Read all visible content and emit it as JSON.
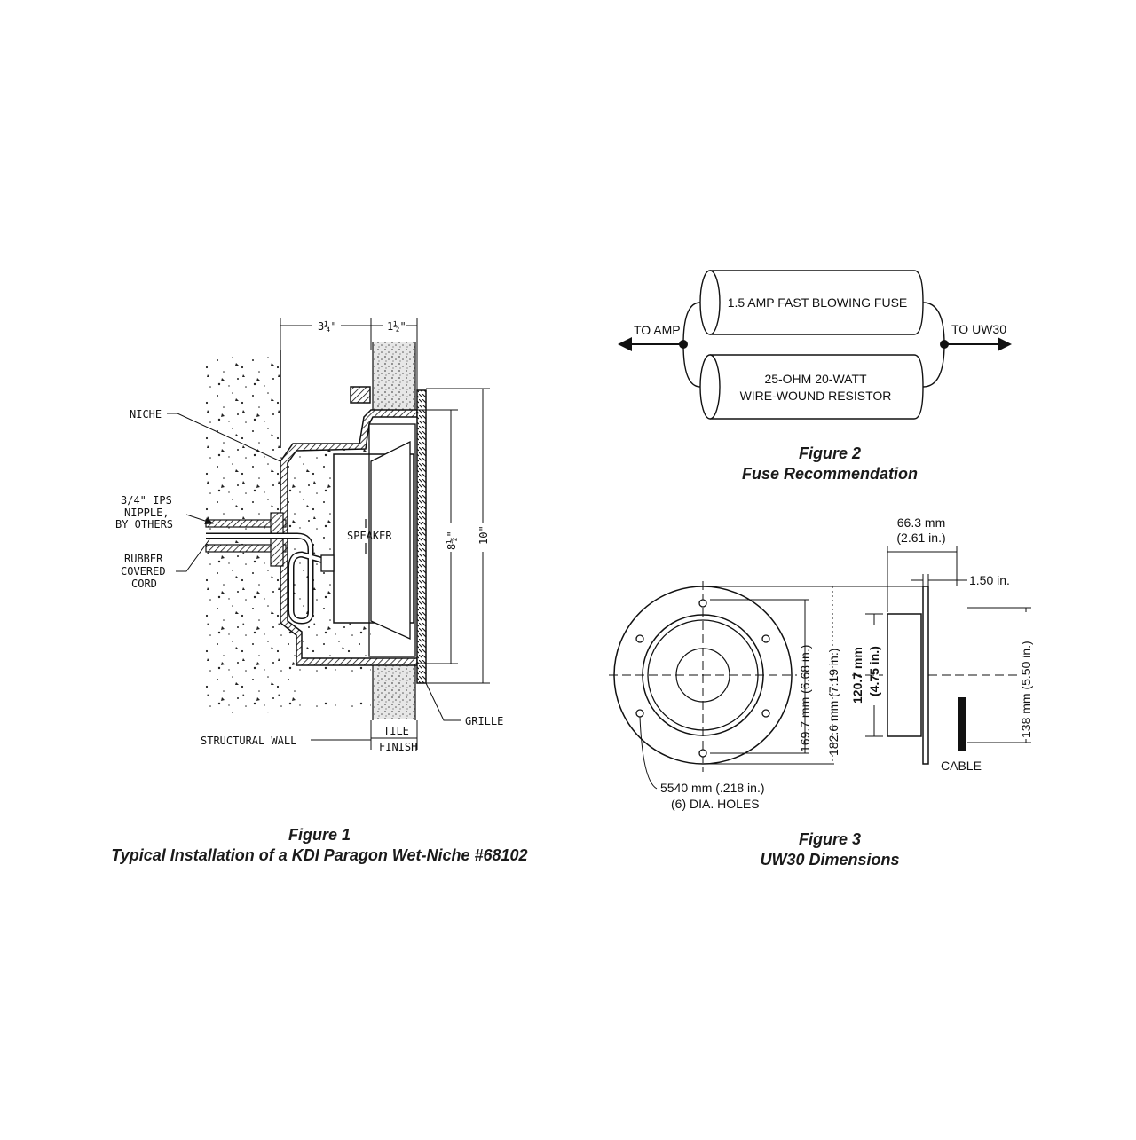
{
  "figure1": {
    "dim_top_a": "3¼\"",
    "dim_top_b": "1½\"",
    "niche": "NICHE",
    "nipple_1": "3/4\" IPS",
    "nipple_2": "NIPPLE,",
    "nipple_3": "BY OTHERS",
    "cord_1": "RUBBER",
    "cord_2": "COVERED",
    "cord_3": "CORD",
    "speaker": "SPEAKER",
    "dim_inner": "8½\"",
    "dim_outer": "10\"",
    "structural_wall": "STRUCTURAL WALL",
    "tile": "TILE",
    "finish": "FINISH",
    "grille": "GRILLE",
    "caption_title": "Figure 1",
    "caption_subtitle": "Typical Installation of a KDI Paragon Wet-Niche #68102"
  },
  "figure2": {
    "fuse": "1.5 AMP FAST BLOWING FUSE",
    "resistor_1": "25-OHM 20-WATT",
    "resistor_2": "WIRE-WOUND RESISTOR",
    "to_amp": "TO AMP",
    "to_uw30": "TO UW30",
    "caption_title": "Figure 2",
    "caption_subtitle": "Fuse Recommendation"
  },
  "figure3": {
    "depth_mm": "66.3 mm",
    "depth_in": "(2.61 in.)",
    "flange": "1.50 in.",
    "bolt_circle": "169.7 mm (6.68 in.)",
    "flange_dia": "182.6 mm (7.19 in.)",
    "body_mm": "120.7 mm",
    "body_in": "(4.75 in.)",
    "overall": "138 mm (5.50 in.)",
    "cable": "CABLE",
    "holes_1": "5540 mm (.218 in.)",
    "holes_2": "(6) DIA. HOLES",
    "caption_title": "Figure 3",
    "caption_subtitle": "UW30 Dimensions"
  }
}
